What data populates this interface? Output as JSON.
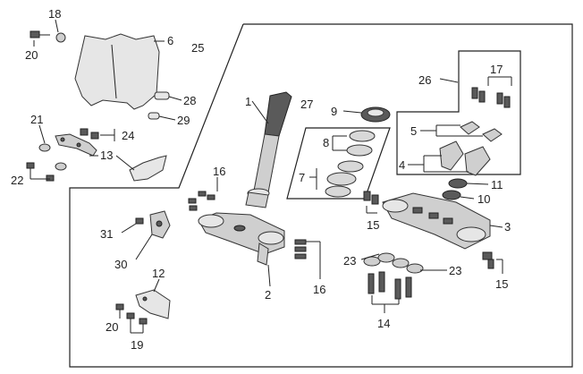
{
  "callouts": {
    "c1": "1",
    "c2": "2",
    "c3": "3",
    "c4": "4",
    "c5": "5",
    "c6": "6",
    "c7": "7",
    "c8": "8",
    "c9": "9",
    "c10": "10",
    "c11": "11",
    "c12": "12",
    "c13": "13",
    "c14": "14",
    "c15a": "15",
    "c15b": "15",
    "c16a": "16",
    "c16b": "16",
    "c17": "17",
    "c18": "18",
    "c19": "19",
    "c20a": "20",
    "c20b": "20",
    "c21": "21",
    "c22": "22",
    "c23a": "23",
    "c23b": "23",
    "c24": "24",
    "c25": "25",
    "c26": "26",
    "c27": "27",
    "c28": "28",
    "c29": "29",
    "c30": "30",
    "c31": "31"
  },
  "colors": {
    "line": "#222222",
    "part_fill": "#cfcfcf",
    "part_dark": "#5a5a5a",
    "background": "#ffffff"
  }
}
